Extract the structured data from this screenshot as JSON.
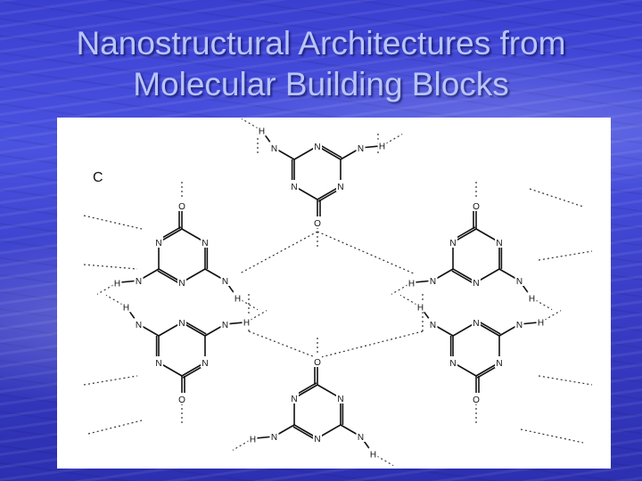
{
  "slide": {
    "title_line1": "Nanostructural Architectures from",
    "title_line2": "Molecular Building Blocks"
  },
  "figure": {
    "panel_label": "C",
    "atoms": {
      "H": "H",
      "N": "N",
      "O": "O"
    }
  },
  "colors": {
    "background": "#3b3fd0",
    "title": "#b8c4ff",
    "figure_background": "#ffffff",
    "bond": "#111111"
  }
}
